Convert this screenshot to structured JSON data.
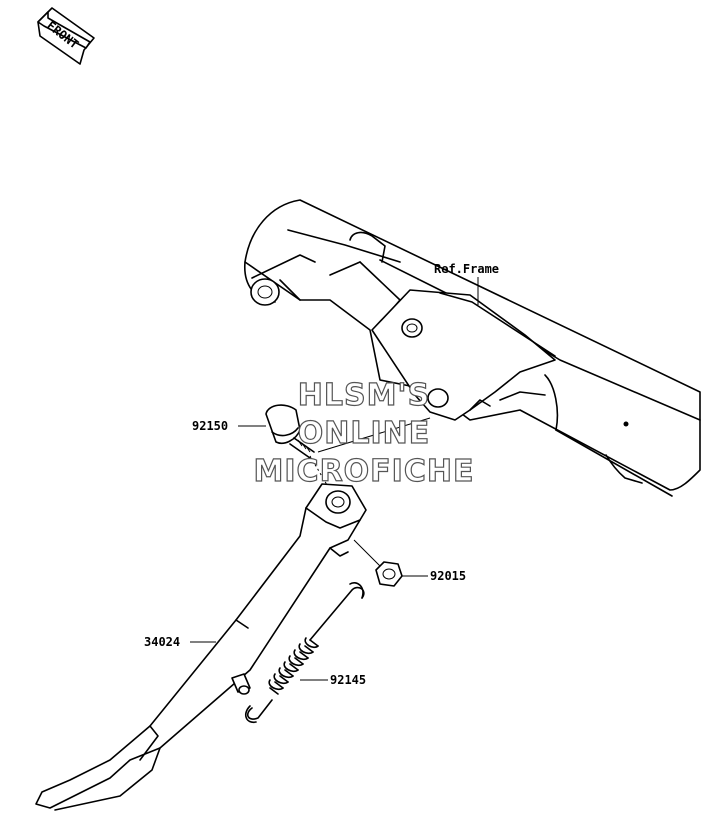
{
  "front_marker": {
    "label": "FRONT"
  },
  "frame": {
    "ref_label": "Ref.Frame"
  },
  "watermark": {
    "line1": "HLSM'S",
    "line2": "ONLINE",
    "line3": "MICROFICHE"
  },
  "parts": {
    "p92150": "92150",
    "p92015": "92015",
    "p34024": "34024",
    "p92145": "92145"
  }
}
